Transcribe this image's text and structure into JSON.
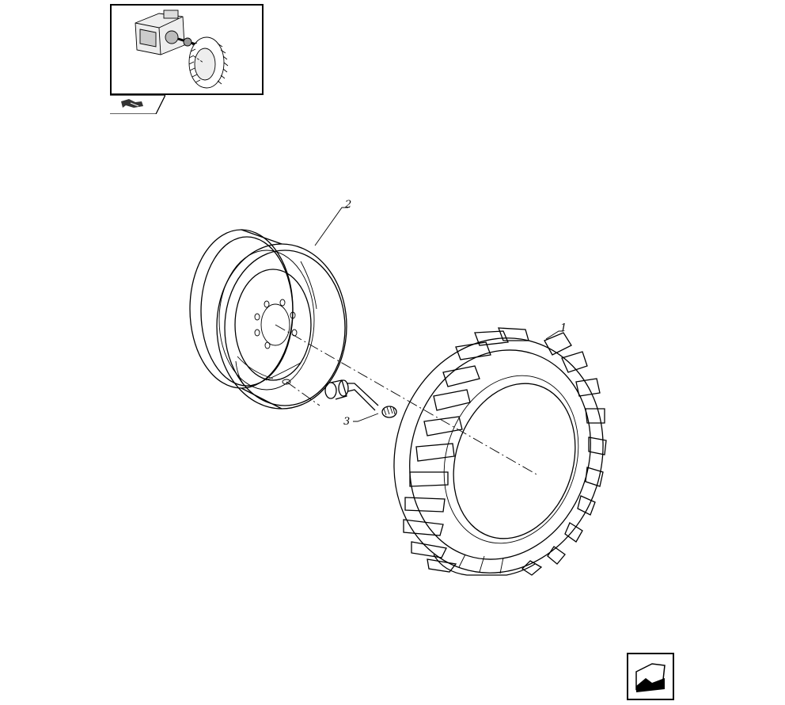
{
  "thumbnail": {
    "icon": "tractor-rear-axle-thumbnail"
  },
  "nav": {
    "back_icon": "book-arrow-back-icon",
    "next_icon": "arrow-next-page-icon"
  },
  "callouts": [
    {
      "ref": "1",
      "part": "tire"
    },
    {
      "ref": "2",
      "part": "wheel-rim"
    },
    {
      "ref": "3",
      "part": "valve"
    }
  ]
}
